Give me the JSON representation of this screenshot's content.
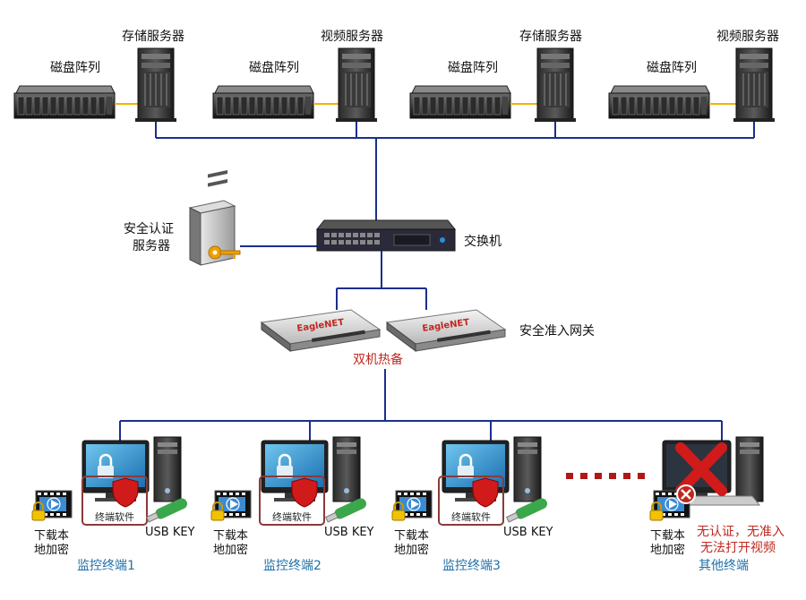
{
  "top_row": {
    "groups": [
      {
        "disk_label": "磁盘阵列",
        "server_label": "存储服务器"
      },
      {
        "disk_label": "磁盘阵列",
        "server_label": "视频服务器"
      },
      {
        "disk_label": "磁盘阵列",
        "server_label": "存储服务器"
      },
      {
        "disk_label": "磁盘阵列",
        "server_label": "视频服务器"
      }
    ]
  },
  "auth_server": {
    "line1": "安全认证",
    "line2": "服务器"
  },
  "switch": {
    "label": "交换机"
  },
  "gateway": {
    "label": "安全准入网关",
    "device_brand": "EagleNET",
    "ha_label": "双机热备"
  },
  "terminals": [
    {
      "name": "监控终端1",
      "software_label": "终端软件",
      "usb_label": "USB KEY",
      "encrypt_line1": "下载本",
      "encrypt_line2": "地加密"
    },
    {
      "name": "监控终端2",
      "software_label": "终端软件",
      "usb_label": "USB KEY",
      "encrypt_line1": "下载本",
      "encrypt_line2": "地加密"
    },
    {
      "name": "监控终端3",
      "software_label": "终端软件",
      "usb_label": "USB KEY",
      "encrypt_line1": "下载本",
      "encrypt_line2": "地加密"
    }
  ],
  "other_terminal": {
    "name": "其他终端",
    "warn_line1": "无认证，无准入",
    "warn_line2": "无法打开视频",
    "encrypt_line1": "下载本",
    "encrypt_line2": "地加密"
  },
  "colors": {
    "link": "#1b2f8c",
    "warn": "#c0271e",
    "terminal_name": "#1f6fa8",
    "highlight_box": "#8b3a3a",
    "usb_green": "#3aa84a"
  }
}
